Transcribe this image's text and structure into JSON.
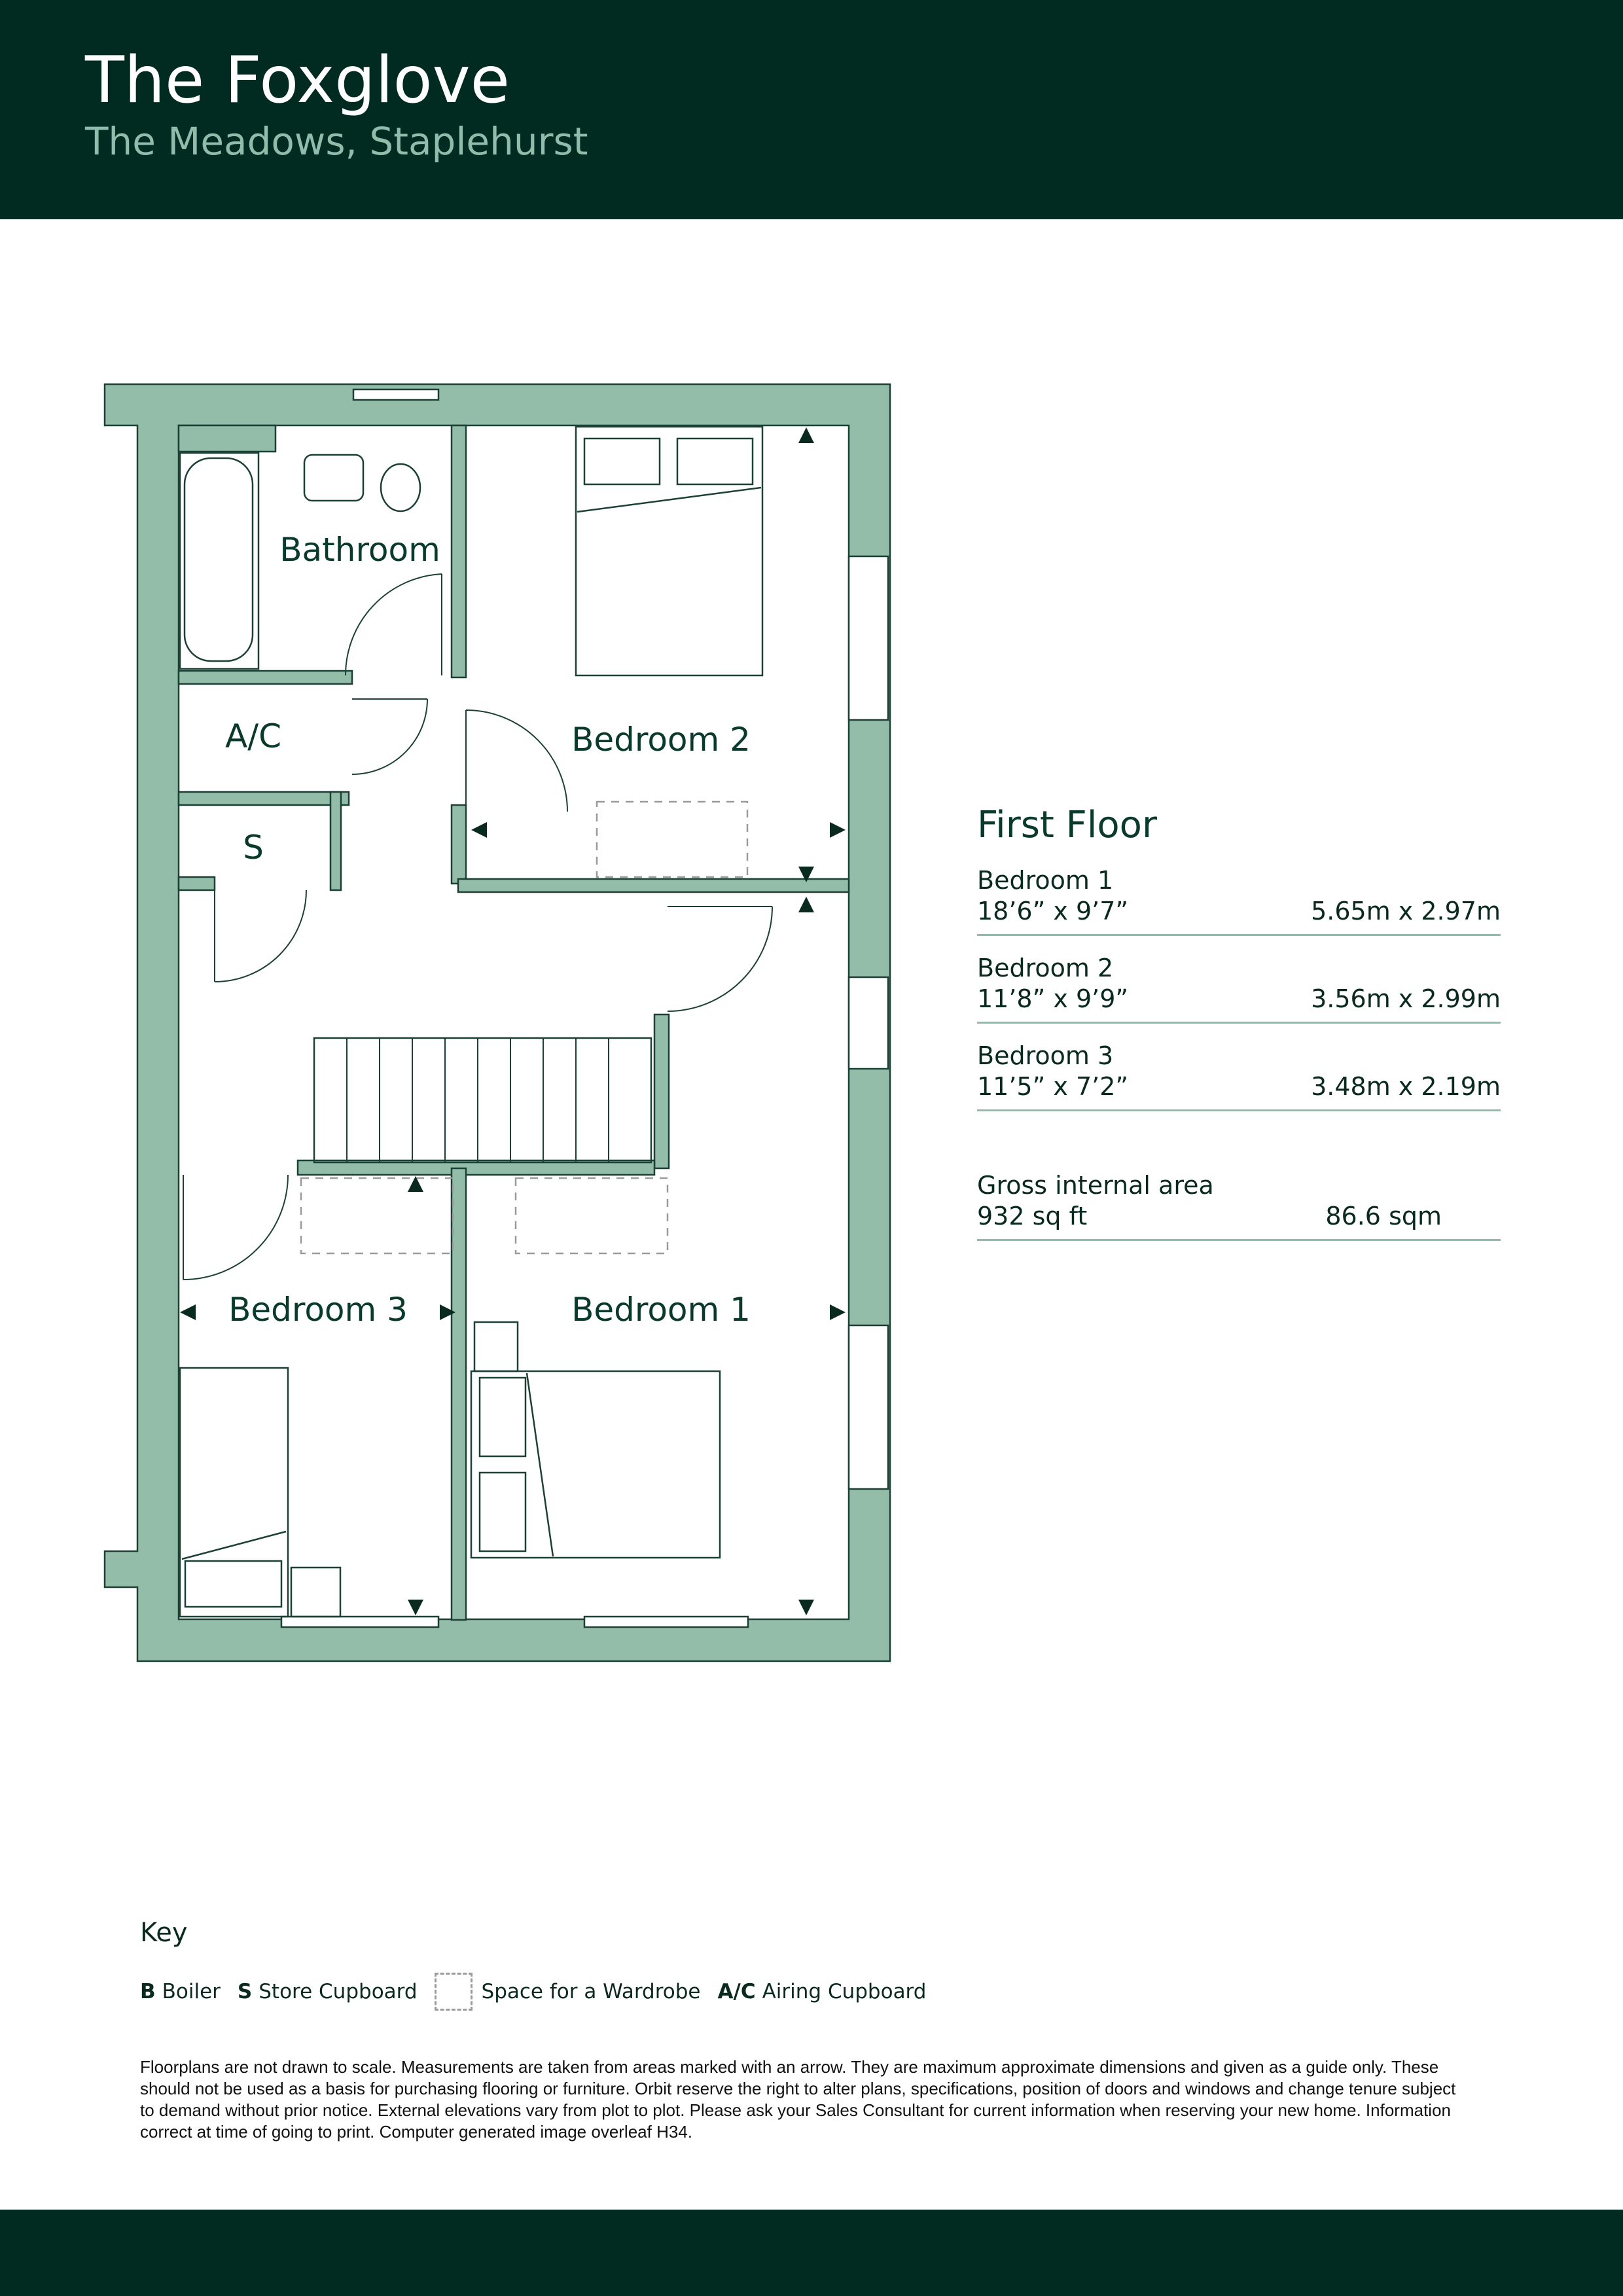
{
  "header": {
    "title": "The Foxglove",
    "subtitle": "The Meadows, Staplehurst"
  },
  "floorplan": {
    "rooms": {
      "bathroom": "Bathroom",
      "airing_cupboard": "A/C",
      "store": "S",
      "bedroom_1": "Bedroom 1",
      "bedroom_2": "Bedroom 2",
      "bedroom_3": "Bedroom 3"
    }
  },
  "schedule": {
    "title": "First Floor",
    "rooms": [
      {
        "name": "Bedroom 1",
        "imperial": "18’6” x 9’7”",
        "metric": "5.65m x 2.97m"
      },
      {
        "name": "Bedroom 2",
        "imperial": "11’8” x 9’9”",
        "metric": "3.56m x 2.99m"
      },
      {
        "name": "Bedroom 3",
        "imperial": "11’5” x 7’2”",
        "metric": "3.48m x 2.19m"
      }
    ],
    "gross_internal_area": {
      "label": "Gross internal area",
      "imperial": "932 sq ft",
      "metric": "86.6 sqm"
    }
  },
  "key": {
    "title": "Key",
    "items": [
      {
        "code": "B",
        "label": "Boiler"
      },
      {
        "code": "S",
        "label": "Store Cupboard"
      },
      {
        "code": "",
        "label": "Space for a Wardrobe"
      },
      {
        "code": "A/C",
        "label": "Airing Cupboard"
      }
    ]
  },
  "disclaimer": "Floorplans are not drawn to scale. Measurements are taken from areas marked with an arrow. They are maximum approximate dimensions and given as a guide only. These should not be used as a basis for purchasing flooring or furniture. Orbit reserve the right to alter plans, specifications, position of doors and windows and change tenure subject to demand without prior notice. External elevations vary from plot to plot. Please ask your Sales Consultant for current information when reserving your new home. Information correct at time of going to print. Computer generated image overleaf H34.",
  "colors": {
    "header_bg": "#012b21",
    "wall": "#93bca9",
    "accent_text": "#8fbcab"
  }
}
